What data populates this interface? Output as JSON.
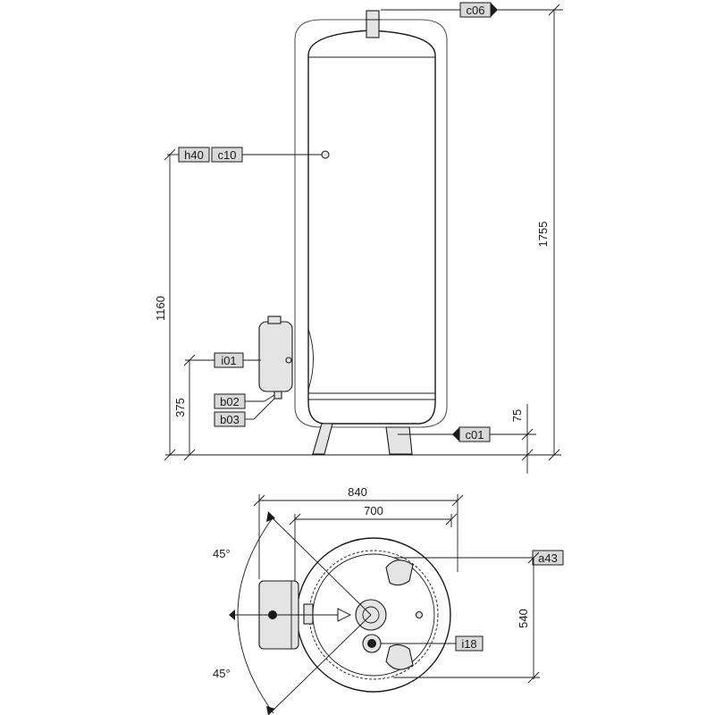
{
  "labels": {
    "c06": "c06",
    "h40": "h40",
    "c10": "c10",
    "i01": "i01",
    "b02": "b02",
    "b03": "b03",
    "c01": "c01",
    "a43": "a43",
    "i18": "i18"
  },
  "dimensions": {
    "height_total": "1755",
    "h_c10": "1160",
    "h_i01": "375",
    "h_c01": "75",
    "width_outer": "840",
    "width_inner": "700",
    "depth_a43": "540",
    "angle_top": "45°",
    "angle_bottom": "45°"
  }
}
